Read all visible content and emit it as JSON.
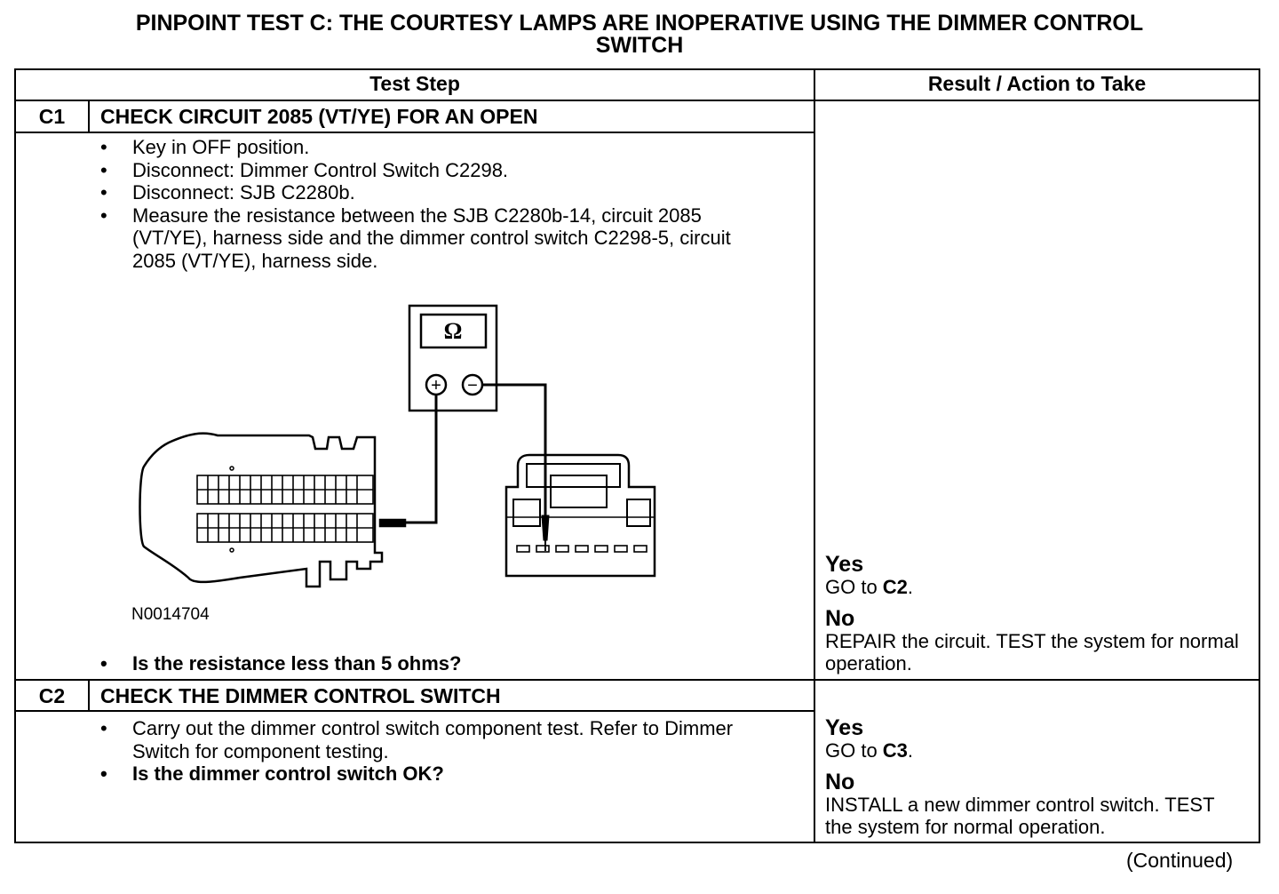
{
  "title": {
    "line1": "PINPOINT TEST  C: THE COURTESY LAMPS ARE INOPERATIVE USING THE DIMMER CONTROL",
    "line2": "SWITCH"
  },
  "table": {
    "headers": [
      "Test Step",
      "Result / Action to Take"
    ],
    "steps": [
      {
        "id": "C1",
        "name": "CHECK CIRCUIT 2085 (VT/YE) FOR AN OPEN",
        "bullets": [
          "Key in OFF position.",
          "Disconnect: Dimmer Control Switch C2298.",
          "Disconnect: SJB C2280b.",
          "Measure the resistance between the SJB C2280b-14, circuit 2085 (VT/YE), harness side and the dimmer control switch C2298-5, circuit 2085 (VT/YE), harness side."
        ],
        "figure": {
          "id": "N0014704",
          "meter_symbol": "Ω",
          "plus": "+",
          "minus": "−"
        },
        "question": "Is the resistance less than 5 ohms?",
        "results": {
          "yes_label": "Yes",
          "yes_action": "GO to ",
          "yes_target": "C2",
          "no_label": "No",
          "no_action": "REPAIR the circuit. TEST the system for normal operation."
        }
      },
      {
        "id": "C2",
        "name": "CHECK THE DIMMER CONTROL SWITCH",
        "bullets": [
          "Carry out the dimmer control switch component test. Refer to Dimmer Switch for component testing."
        ],
        "question": "Is the dimmer control switch OK?",
        "results": {
          "yes_label": "Yes",
          "yes_action": "GO to ",
          "yes_target": "C3",
          "no_label": "No",
          "no_action": "INSTALL a new dimmer control switch. TEST the system for normal operation."
        }
      }
    ]
  },
  "footer": {
    "continued": "(Continued)"
  }
}
